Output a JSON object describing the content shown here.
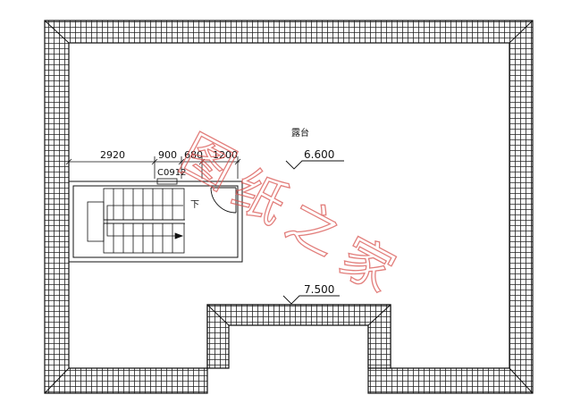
{
  "plan": {
    "room_label": "露台",
    "window_code": "C0912",
    "stair_direction": "下",
    "levels": {
      "upper": "6.600",
      "lower": "7.500"
    },
    "dimensions": [
      "2920",
      "900",
      "680",
      "1200"
    ]
  },
  "watermark": {
    "chars": [
      "图",
      "纸",
      "之",
      "家"
    ]
  },
  "colors": {
    "line": "#111111",
    "tile_fill": "#ffffff",
    "watermark": "#d9534f"
  }
}
